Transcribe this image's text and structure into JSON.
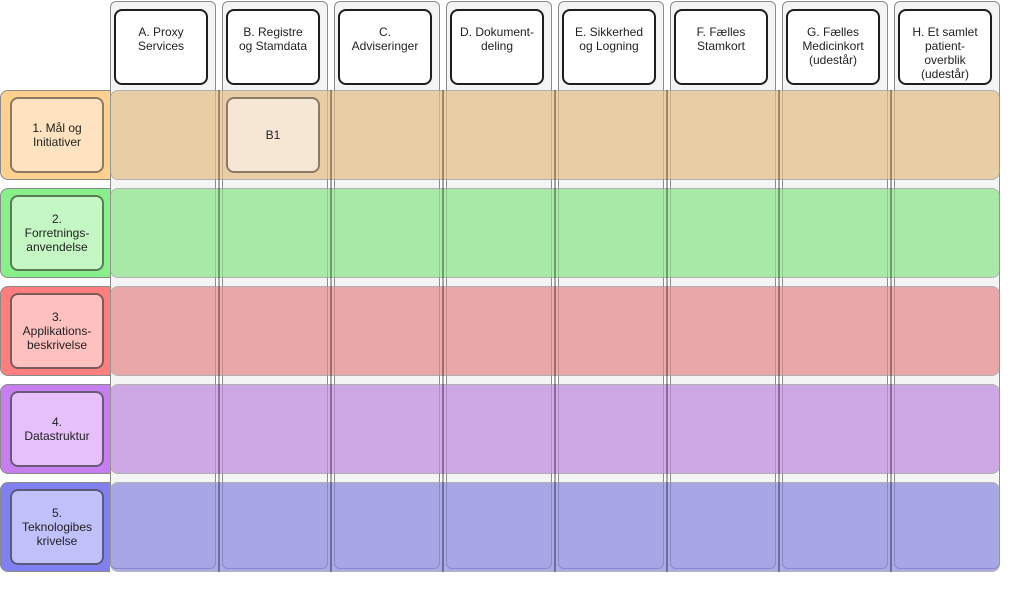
{
  "columns": [
    {
      "label": "A. Proxy\nServices"
    },
    {
      "label": "B. Registre\nog Stamdata"
    },
    {
      "label": "C.\nAdviseringer"
    },
    {
      "label": "D. Dokument-\ndeling"
    },
    {
      "label": "E. Sikkerhed\nog Logning"
    },
    {
      "label": "F. Fælles\nStamkort"
    },
    {
      "label": "G. Fælles\nMedicinkort\n(udestår)"
    },
    {
      "label": "H. Et samlet\npatient-\noverblik\n(udestår)"
    }
  ],
  "rows": [
    {
      "label": "1. Mål og\nInitiativer",
      "band_color": "#e6bf88",
      "head_color": "#ffd18f",
      "label_color": "#ffe3c0",
      "label_border": "#8a7a66"
    },
    {
      "label": "2.\nForretnings-\nanvendelse",
      "band_color": "#8ce58c",
      "head_color": "#88f088",
      "label_color": "#c4f7c4",
      "label_border": "#5a7a5a"
    },
    {
      "label": "3.\nApplikations-\nbeskrivelse",
      "band_color": "#e58a8a",
      "head_color": "#ff7f7f",
      "label_color": "#ffc0c0",
      "label_border": "#7a5a5a"
    },
    {
      "label": "4.\nDatastruktur",
      "band_color": "#c08ae0",
      "head_color": "#c77ff0",
      "label_color": "#e6c0fb",
      "label_border": "#6a5a7a"
    },
    {
      "label": "5.\nTeknologibes\nkrivelse",
      "band_color": "#8a8ae0",
      "head_color": "#8080f0",
      "label_color": "#c0c0fb",
      "label_border": "#5a5a7a"
    }
  ],
  "cells": [
    {
      "label": "B1"
    }
  ]
}
